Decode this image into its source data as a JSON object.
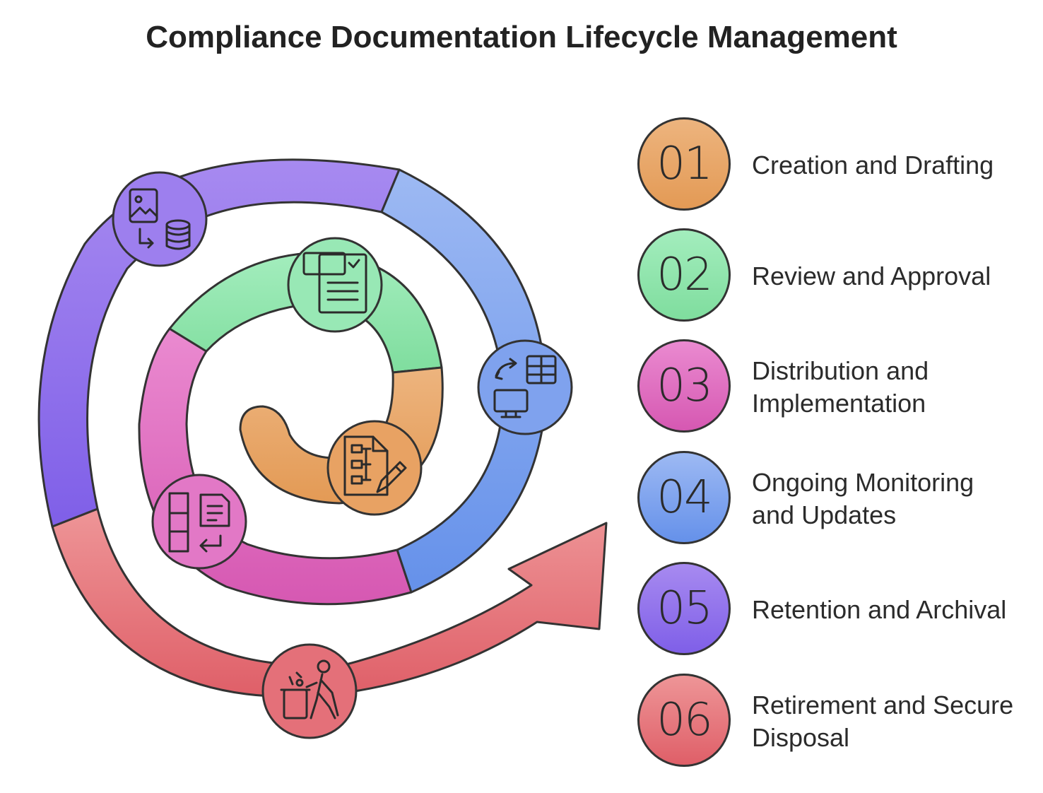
{
  "title": "Compliance Documentation Lifecycle Management",
  "colors": {
    "stage_01": "#E7A266",
    "stage_02": "#8EE5AB",
    "stage_03": "#DD6DBE",
    "stage_04": "#7FA3EE",
    "stage_05": "#8E6EEA",
    "stage_06": "#E4707A",
    "outline": "#333333"
  },
  "steps": [
    {
      "number": "01",
      "label": "Creation and Drafting",
      "icon": "document-edit-icon"
    },
    {
      "number": "02",
      "label": "Review and Approval",
      "icon": "approval-document-icon"
    },
    {
      "number": "03",
      "label": "Distribution and Implementation",
      "icon": "table-return-icon"
    },
    {
      "number": "04",
      "label": "Ongoing Monitoring and Updates",
      "icon": "monitor-sync-icon"
    },
    {
      "number": "05",
      "label": "Retention and Archival",
      "icon": "image-to-database-icon"
    },
    {
      "number": "06",
      "label": "Retirement and Secure Disposal",
      "icon": "trash-disposal-icon"
    }
  ]
}
